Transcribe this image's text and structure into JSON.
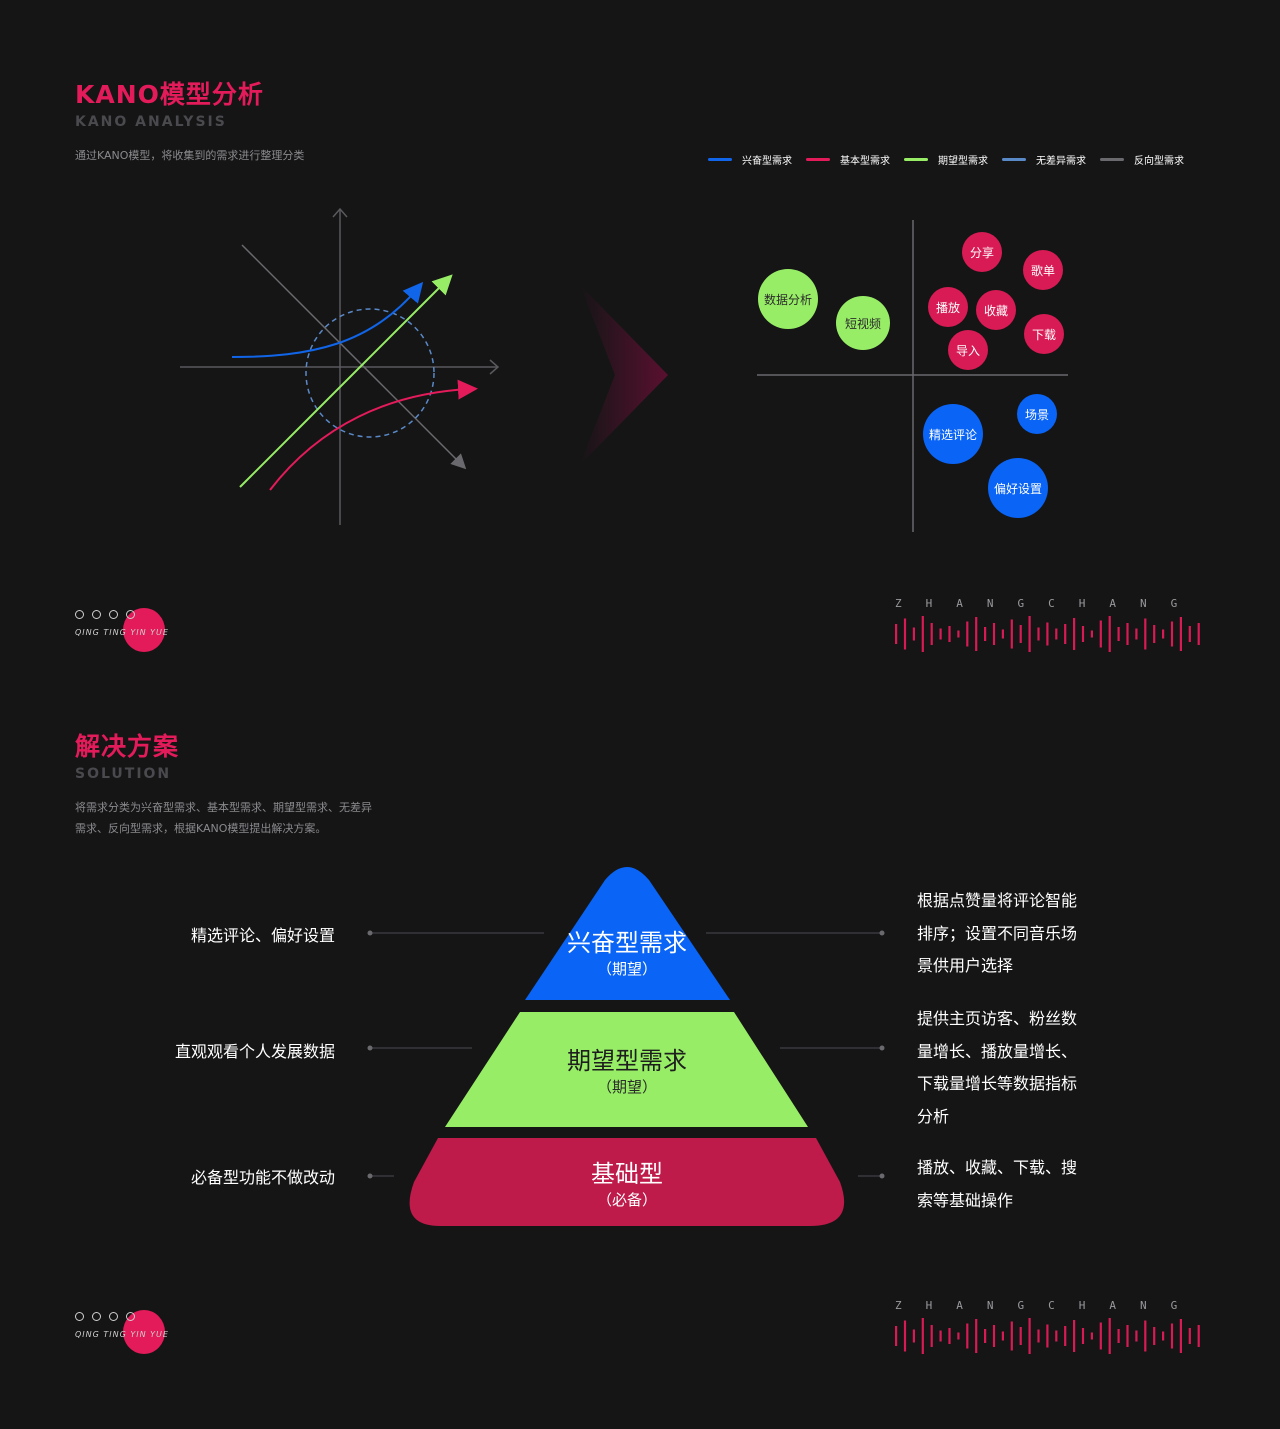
{
  "section1": {
    "title": "KANO模型分析",
    "subtitle": "KANO ANALYSIS",
    "description": "通过KANO模型，将收集到的需求进行整理分类"
  },
  "legend": [
    {
      "label": "兴奋型需求",
      "color": "#1165e8"
    },
    {
      "label": "基本型需求",
      "color": "#e31b5a"
    },
    {
      "label": "期望型需求",
      "color": "#97ee66"
    },
    {
      "label": "无差异需求",
      "color": "#5a89c8"
    },
    {
      "label": "反向型需求",
      "color": "#6a6a6e"
    }
  ],
  "bubbles": [
    {
      "label": "数据分析",
      "category": "green"
    },
    {
      "label": "短视频",
      "category": "green"
    },
    {
      "label": "分享",
      "category": "red"
    },
    {
      "label": "歌单",
      "category": "red"
    },
    {
      "label": "播放",
      "category": "red"
    },
    {
      "label": "收藏",
      "category": "red"
    },
    {
      "label": "下载",
      "category": "red"
    },
    {
      "label": "导入",
      "category": "red"
    },
    {
      "label": "场景",
      "category": "blue"
    },
    {
      "label": "精选评论",
      "category": "blue"
    },
    {
      "label": "偏好设置",
      "category": "blue"
    }
  ],
  "footer": {
    "sub": "QING TING YIN YUE",
    "brand": "ZHANGCHANG"
  },
  "section2": {
    "title": "解决方案",
    "subtitle": "SOLUTION",
    "description_line1": "将需求分类为兴奋型需求、基本型需求、期望型需求、无差异",
    "description_line2": "需求、反向型需求，根据KANO模型提出解决方案。"
  },
  "pyramid": {
    "tiers": [
      {
        "title": "兴奋型需求",
        "sub": "（期望）",
        "color": "#0a64f5",
        "left": "精选评论、偏好设置",
        "right": [
          "根据点赞量将评论智能",
          "排序；设置不同音乐场",
          "景供用户选择"
        ]
      },
      {
        "title": "期望型需求",
        "sub": "（期望）",
        "color": "#97ee66",
        "left": "直观观看个人发展数据",
        "right": [
          "提供主页访客、粉丝数",
          "量增长、播放量增长、",
          "下载量增长等数据指标",
          "分析"
        ]
      },
      {
        "title": "基础型",
        "sub": "（必备）",
        "color": "#be1a4a",
        "left": "必备型功能不做改动",
        "right": [
          "播放、收藏、下载、搜",
          "索等基础操作"
        ]
      }
    ]
  }
}
